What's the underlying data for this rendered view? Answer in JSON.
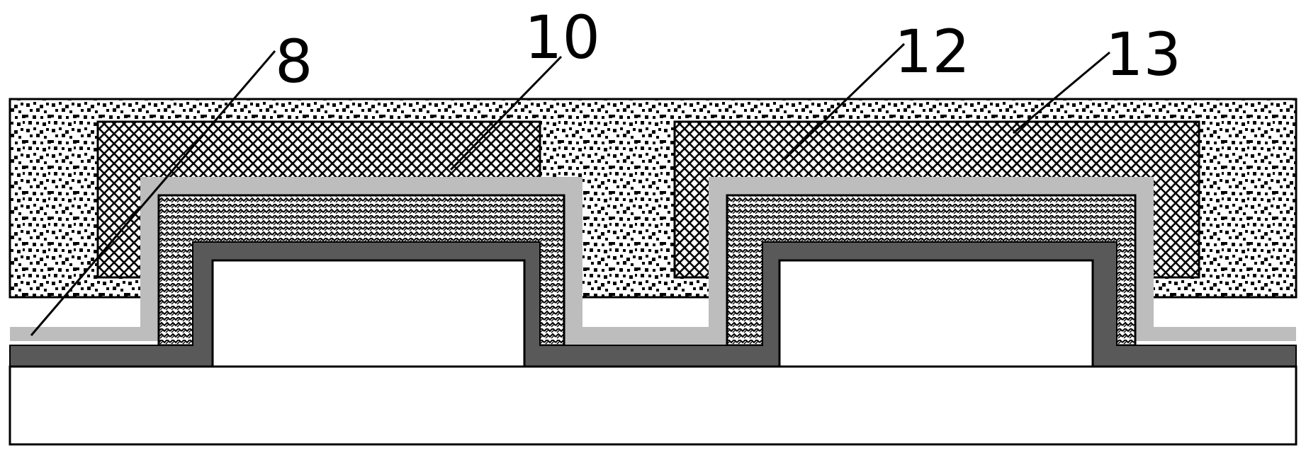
{
  "labels": {
    "label_8": "8",
    "label_10": "10",
    "label_12": "12",
    "label_13": "13"
  },
  "colors": {
    "background": "#ffffff",
    "outline": "#000000",
    "dark_layer": "#595959",
    "light_layer": "#bdbdbd",
    "fill_white": "#ffffff"
  }
}
